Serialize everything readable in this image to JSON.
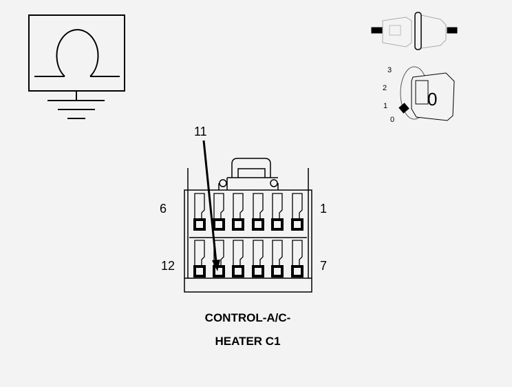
{
  "callout": {
    "pin_label": "11"
  },
  "connector": {
    "row_top": {
      "left_label": "6",
      "right_label": "1"
    },
    "row_bottom": {
      "left_label": "12",
      "right_label": "7"
    }
  },
  "ignition": {
    "positions": [
      "3",
      "2",
      "1",
      "0"
    ],
    "key_label": "0"
  },
  "caption": {
    "line1": "CONTROL-A/C-",
    "line2": "HEATER C1"
  },
  "icons": [
    "ohmmeter-ground-icon",
    "connector-icon",
    "ignition-key-icon"
  ]
}
